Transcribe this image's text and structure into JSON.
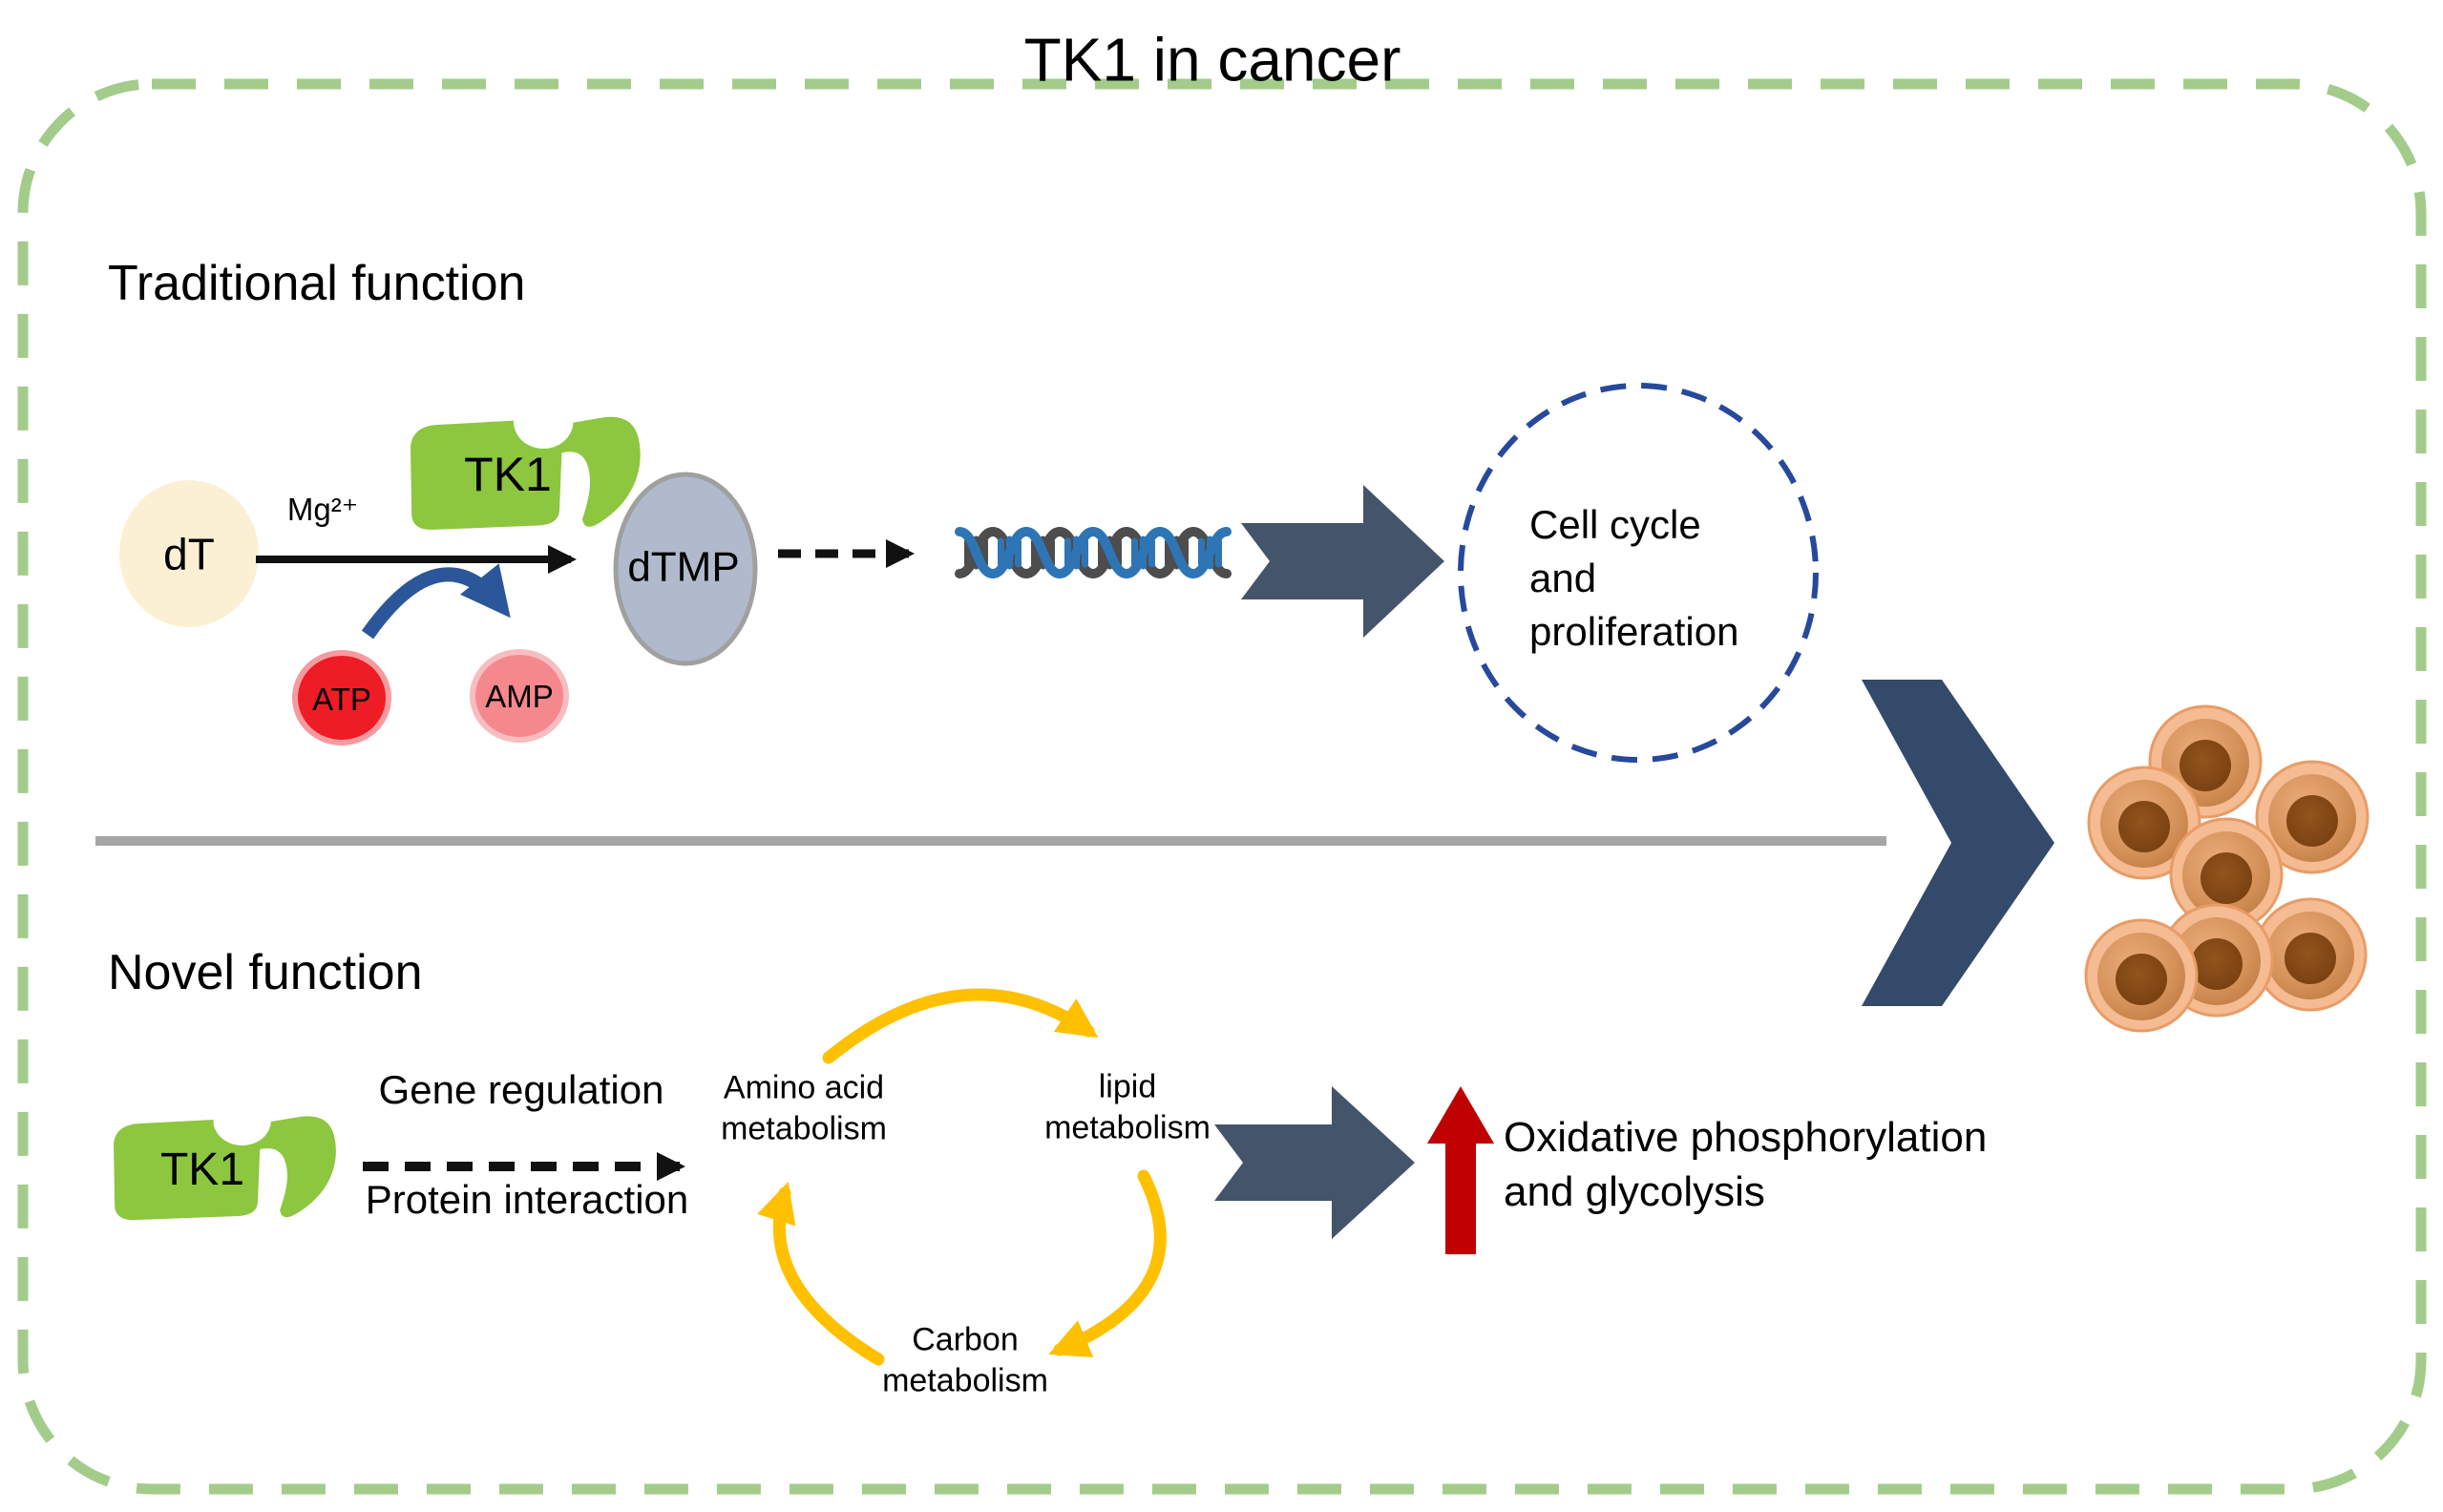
{
  "title": "TK1 in cancer",
  "sections": {
    "traditional": {
      "label": "Traditional function",
      "substrate": "dT",
      "cofactor": "Mg²⁺",
      "enzyme": "TK1",
      "product": "dTMP",
      "energy_donor": "ATP",
      "energy_product": "AMP",
      "outcome": "Cell cycle\nand\nproliferation"
    },
    "novel": {
      "label": "Novel function",
      "enzyme": "TK1",
      "mechanism_top": "Gene regulation",
      "mechanism_bottom": "Protein interaction",
      "cycle_nodes": [
        "Amino acid\nmetabolism",
        "lipid\nmetabolism",
        "Carbon\nmetabolism"
      ],
      "outcome": "Oxidative phosphorylation\nand glycolysis"
    }
  },
  "icons": {
    "enzyme_blob": "green enzyme shape with substrate-pocket bite",
    "dna_icon": "blue and gray double helix",
    "block_arrow": "dark slate block arrow with notched tail",
    "chevron_arrow": "large dark chevron pointing right",
    "up_arrow": "red increase arrow",
    "cycle_arrows": "three yellow circular cycle arrows",
    "cells_icon": "cluster of seven tumor cells",
    "dashed_circle": "blue dashed outcome circle",
    "border": "green dashed rounded frame"
  },
  "colors": {
    "enzyme_green": "#8dc63f",
    "substrate_cream": "#fbf0d3",
    "product_gray": "#b0bacc",
    "product_stroke": "#a0a0a0",
    "atp_red": "#ee1c25",
    "atp_rim": "#f59ba0",
    "amp_pink": "#f5888d",
    "amp_rim": "#f8bdc0",
    "transfer_blue": "#2b579a",
    "block_arrow": "#44546a",
    "chevron": "#334a6b",
    "cycle_yellow": "#ffc000",
    "increase_red": "#c00000",
    "dna_blue": "#2e75b6",
    "dna_gray": "#4d4d4d",
    "circle_blue": "#27499b",
    "divider_gray": "#a6a6a6",
    "border_green": "#a3cc8b",
    "cell_peach": "#f5bb92",
    "cell_rim": "#e89c66",
    "nucleus_brown": "#7d3f10"
  }
}
